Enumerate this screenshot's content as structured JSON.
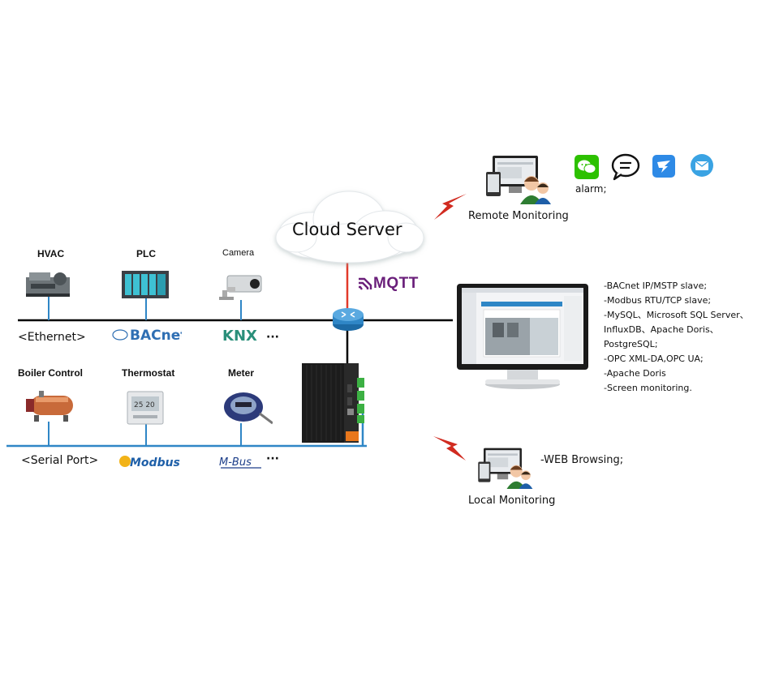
{
  "cloud": {
    "label": "Cloud Server"
  },
  "protocol_mqtt": "MQTT",
  "remote": {
    "label": "Remote Monitoring",
    "alarm": "alarm;"
  },
  "local": {
    "label": "Local Monitoring",
    "web": "-WEB Browsing;"
  },
  "devices_top": [
    {
      "label": "HVAC",
      "icon": "hvac-chiller-icon"
    },
    {
      "label": "PLC",
      "icon": "plc-icon"
    },
    {
      "label": "Camera",
      "icon": "camera-icon"
    }
  ],
  "devices_bottom": [
    {
      "label": "Boiler Control",
      "icon": "boiler-icon"
    },
    {
      "label": "Thermostat",
      "icon": "thermostat-icon"
    },
    {
      "label": "Meter",
      "icon": "meter-icon"
    }
  ],
  "ethernet": {
    "label": "<Ethernet>",
    "protocols": [
      "BACnet",
      "KNX"
    ],
    "more": "···"
  },
  "serial": {
    "label": "<Serial Port>",
    "protocols": [
      "Modbus",
      "M-Bus"
    ],
    "more": "···"
  },
  "features": [
    "-BACnet IP/MSTP slave;",
    "-Modbus RTU/TCP slave;",
    "-MySQL、Microsoft SQL Server、",
    "InfluxDB、Apache Doris、",
    "PostgreSQL;",
    "-OPC XML-DA,OPC UA;",
    "-Apache Doris",
    "-Screen monitoring."
  ],
  "colors": {
    "ethernet_line": "#000000",
    "serial_line": "#2f86c6",
    "mqtt_link": "#e23a2a",
    "mqtt_brand": "#6a1f7a",
    "lightning": "#d12b20"
  }
}
